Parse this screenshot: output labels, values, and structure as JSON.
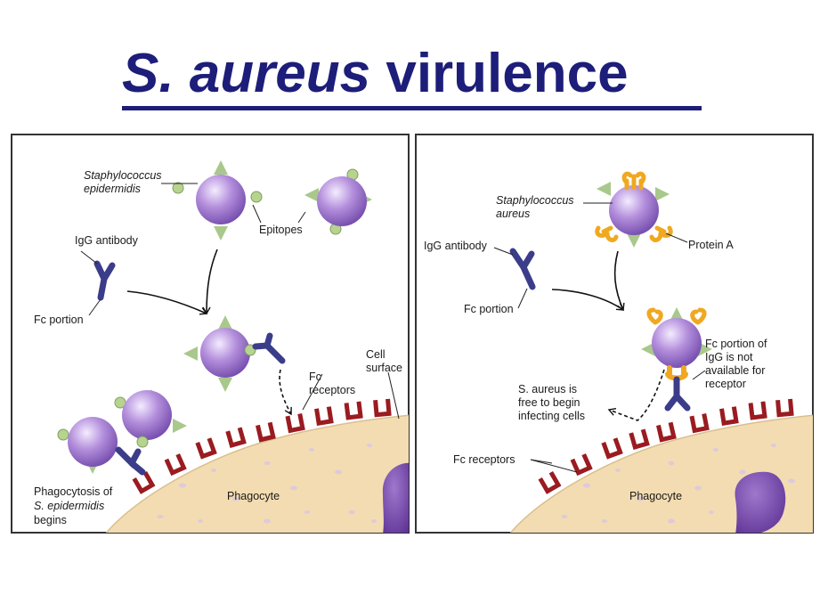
{
  "title": {
    "italic": "S. aureus",
    "rest": " virulence"
  },
  "left": {
    "staph_line1": "Staphylococcus",
    "staph_line2": "epidermidis",
    "epitopes": "Epitopes",
    "igg": "IgG antibody",
    "fc_portion": "Fc portion",
    "fc_receptors_line1": "Fc",
    "fc_receptors_line2": "receptors",
    "cell_surface_line1": "Cell",
    "cell_surface_line2": "surface",
    "phago_line1": "Phagocytosis of",
    "phago_line2": "S. epidermidis",
    "phago_line3": "begins",
    "phagocyte": "Phagocyte"
  },
  "right": {
    "staph_line1": "Staphylococcus",
    "staph_line2": "aureus",
    "protein_a": "Protein A",
    "igg": "IgG antibody",
    "fc_portion": "Fc portion",
    "fc_note_line1": "Fc portion of",
    "fc_note_line2": "IgG is not",
    "fc_note_line3": "available for",
    "fc_note_line4": "receptor",
    "free_line1": "S. aureus is",
    "free_line2": "free to begin",
    "free_line3": "infecting cells",
    "fc_receptors": "Fc receptors",
    "phagocyte": "Phagocyte"
  },
  "colors": {
    "title": "#1d1d7a",
    "bacterium": "#9b6fc9",
    "epitope_triangle": "#a9c88c",
    "epitope_ball": "#b7d48f",
    "antibody": "#3b3d8a",
    "protein_a": "#f0a820",
    "cell": "#f3dcb1",
    "receptor": "#9a1b20",
    "nucleus": "#7b4fa8"
  }
}
